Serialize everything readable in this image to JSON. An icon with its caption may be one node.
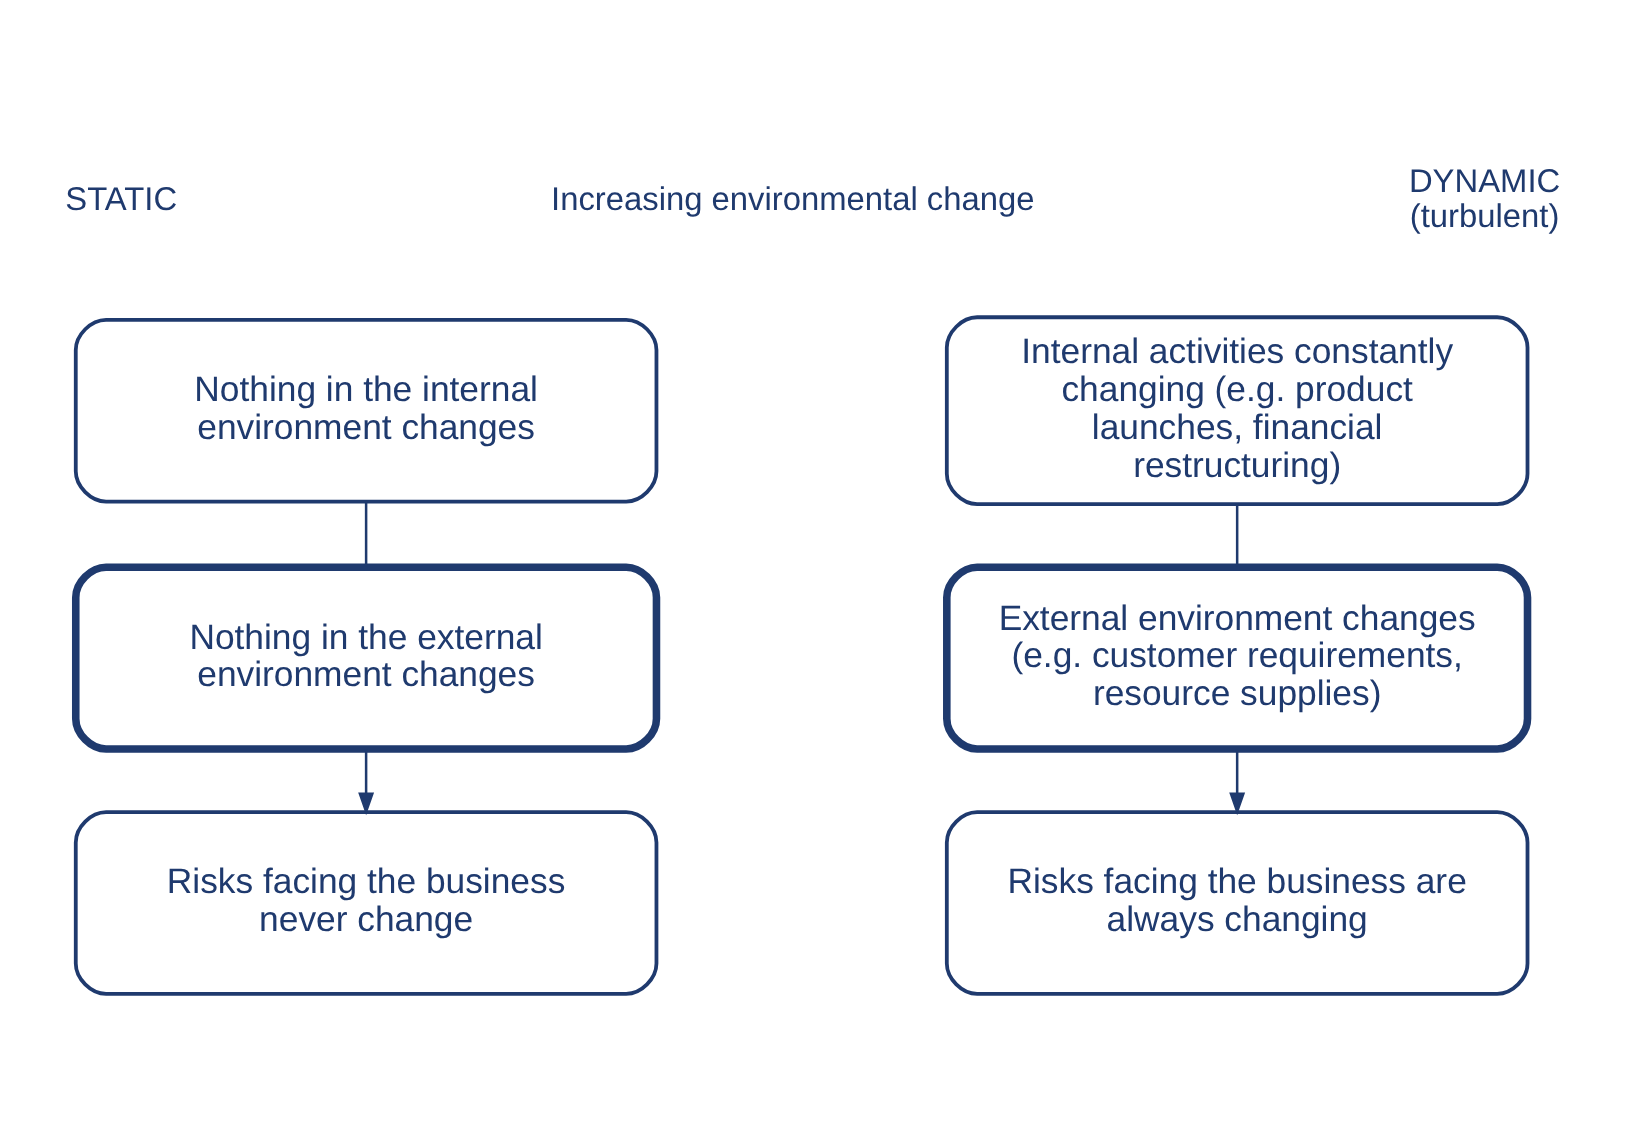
{
  "diagram": {
    "nodes": [
      {
        "text": [
          "Nothing in the internal environment changes"
        ]
      },
      {
        "text": [
          "Nothing in the external environment changes"
        ]
      },
      {
        "text": [
          "Risks facing the business never change"
        ]
      },
      {
        "text": [
          "Internal activities constantly changing (e.g. product launches, financial restructuring)"
        ]
      },
      {
        "text": [
          "External environment changes (e.g. customer requirements, resource supplies)"
        ]
      },
      {
        "text": [
          "Risks facing the business are always changing"
        ]
      }
    ],
    "edges": [
      {
        "from": 0,
        "to": 1,
        "arrow": "none"
      },
      {
        "from": 1,
        "to": 2,
        "arrow": "to"
      },
      {
        "from": 3,
        "to": 4,
        "arrow": "none"
      },
      {
        "from": 4,
        "to": 5,
        "arrow": "to"
      }
    ],
    "labels": [
      "STATIC",
      "DYNAMIC (turbulent)",
      "Increasing environmental change"
    ]
  }
}
